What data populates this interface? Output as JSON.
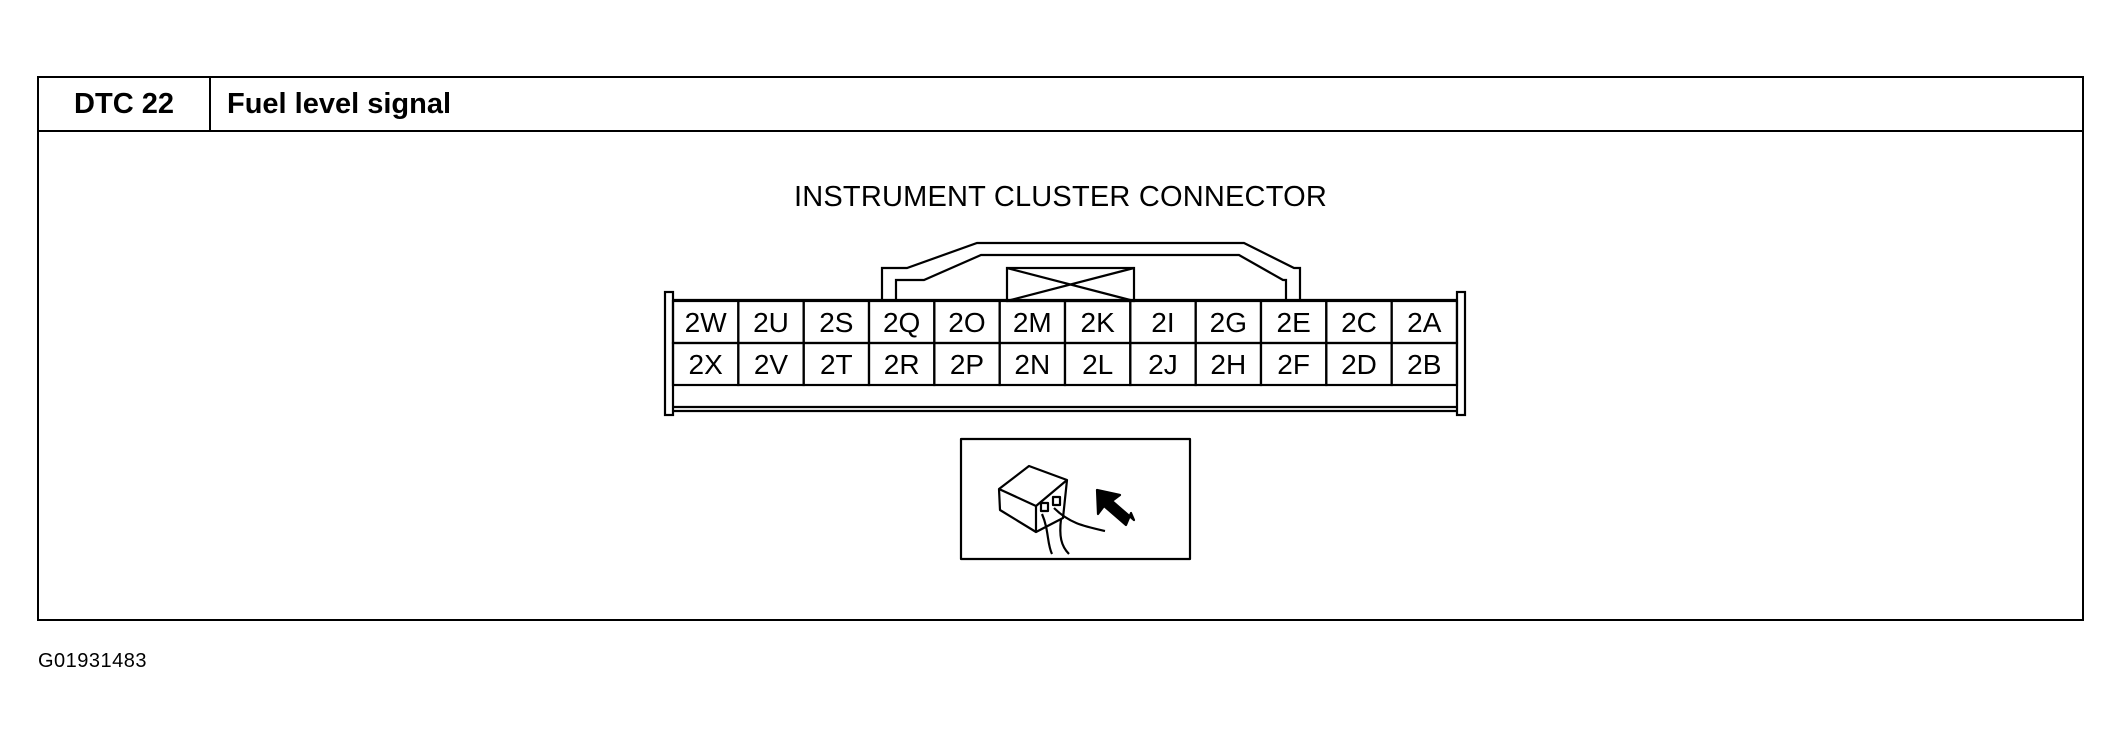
{
  "header": {
    "code": "DTC 22",
    "title": "Fuel level signal"
  },
  "caption": "INSTRUMENT CLUSTER CONNECTOR",
  "connector": {
    "top_row": [
      "2W",
      "2U",
      "2S",
      "2Q",
      "2O",
      "2M",
      "2K",
      "2I",
      "2G",
      "2E",
      "2C",
      "2A"
    ],
    "bottom_row": [
      "2X",
      "2V",
      "2T",
      "2R",
      "2P",
      "2N",
      "2L",
      "2J",
      "2H",
      "2F",
      "2D",
      "2B"
    ]
  },
  "figure_id": "G01931483"
}
